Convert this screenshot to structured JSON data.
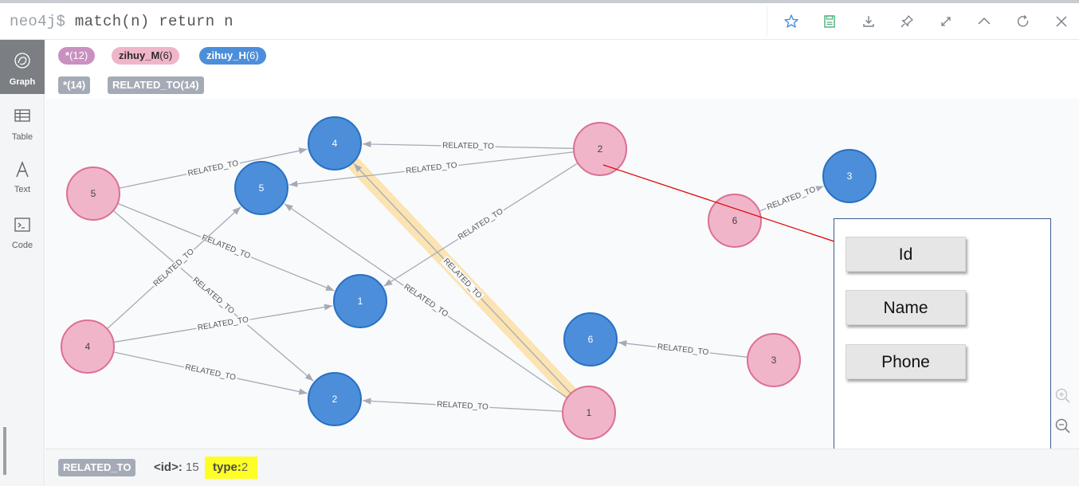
{
  "editor": {
    "prompt": "neo4j$",
    "query": "match(n) return n"
  },
  "toolbar": [
    {
      "name": "favorite-star-icon"
    },
    {
      "name": "save-icon"
    },
    {
      "name": "download-icon"
    },
    {
      "name": "pin-icon"
    },
    {
      "name": "fullscreen-icon"
    },
    {
      "name": "collapse-icon"
    },
    {
      "name": "rerun-icon"
    },
    {
      "name": "close-icon"
    }
  ],
  "sidebar": {
    "items": [
      {
        "label": "Graph",
        "icon": "graph-icon",
        "active": true
      },
      {
        "label": "Table",
        "icon": "table-icon",
        "active": false
      },
      {
        "label": "Text",
        "icon": "text-icon",
        "active": false
      },
      {
        "label": "Code",
        "icon": "code-icon",
        "active": false
      }
    ]
  },
  "legend": {
    "nodes": [
      {
        "label": "*",
        "count": "(12)",
        "color": "#c990c0",
        "text_color": "#ffffff"
      },
      {
        "label": "zihuy_M",
        "count": "(6)",
        "color": "#f0b5c9",
        "text_color": "#2a2a2a"
      },
      {
        "label": "zihuy_H",
        "count": "(6)",
        "color": "#4c8eda",
        "text_color": "#ffffff"
      }
    ],
    "relationships": [
      {
        "label": "*",
        "count": "(14)"
      },
      {
        "label": "RELATED_TO",
        "count": "(14)"
      }
    ]
  },
  "graph": {
    "colors": {
      "pink_fill": "#f0b5c9",
      "pink_stroke": "#dc6f94",
      "blue_fill": "#4c8eda",
      "blue_stroke": "#2870c2",
      "edge": "#a5abb6",
      "selected_halo": "#fbe3b2"
    },
    "nodes": [
      {
        "id": "m5",
        "label": "5",
        "type": "zihuy_M"
      },
      {
        "id": "m4",
        "label": "4",
        "type": "zihuy_M"
      },
      {
        "id": "m2",
        "label": "2",
        "type": "zihuy_M"
      },
      {
        "id": "m6",
        "label": "6",
        "type": "zihuy_M"
      },
      {
        "id": "m3",
        "label": "3",
        "type": "zihuy_M"
      },
      {
        "id": "m1",
        "label": "1",
        "type": "zihuy_M"
      },
      {
        "id": "h4",
        "label": "4",
        "type": "zihuy_H"
      },
      {
        "id": "h5",
        "label": "5",
        "type": "zihuy_H"
      },
      {
        "id": "h1",
        "label": "1",
        "type": "zihuy_H"
      },
      {
        "id": "h2",
        "label": "2",
        "type": "zihuy_H"
      },
      {
        "id": "h6",
        "label": "6",
        "type": "zihuy_H"
      },
      {
        "id": "h3",
        "label": "3",
        "type": "zihuy_H"
      }
    ],
    "relationships": [
      {
        "from": "m2",
        "to": "h4",
        "label": "RELATED_TO"
      },
      {
        "from": "m2",
        "to": "h5",
        "label": "RELATED_TO"
      },
      {
        "from": "m2",
        "to": "h1",
        "label": "RELATED_TO"
      },
      {
        "from": "m5",
        "to": "h4",
        "label": "RELATED_TO"
      },
      {
        "from": "m5",
        "to": "h1",
        "label": "RELATED_TO"
      },
      {
        "from": "m5",
        "to": "h2",
        "label": "RELATED_TO"
      },
      {
        "from": "m4",
        "to": "h5",
        "label": "RELATED_TO"
      },
      {
        "from": "m4",
        "to": "h1",
        "label": "RELATED_TO"
      },
      {
        "from": "m4",
        "to": "h2",
        "label": "RELATED_TO"
      },
      {
        "from": "m1",
        "to": "h4",
        "label": "RELATED_TO",
        "selected": true
      },
      {
        "from": "m1",
        "to": "h5",
        "label": "RELATED_TO"
      },
      {
        "from": "m1",
        "to": "h2",
        "label": "RELATED_TO"
      },
      {
        "from": "m6",
        "to": "h3",
        "label": "RELATED_TO"
      },
      {
        "from": "m3",
        "to": "h6",
        "label": "RELATED_TO"
      }
    ]
  },
  "overlay": {
    "fields": [
      "Id",
      "Name",
      "Phone"
    ],
    "arrow_color": "#e00000"
  },
  "zoom": {
    "in_icon": "zoom-in-icon",
    "out_icon": "zoom-out-icon"
  },
  "status": {
    "rel_type": "RELATED_TO",
    "props": [
      {
        "key": "<id>:",
        "value": "15"
      },
      {
        "key": "type:",
        "value": "2"
      }
    ],
    "highlight_color": "#ffff00"
  }
}
